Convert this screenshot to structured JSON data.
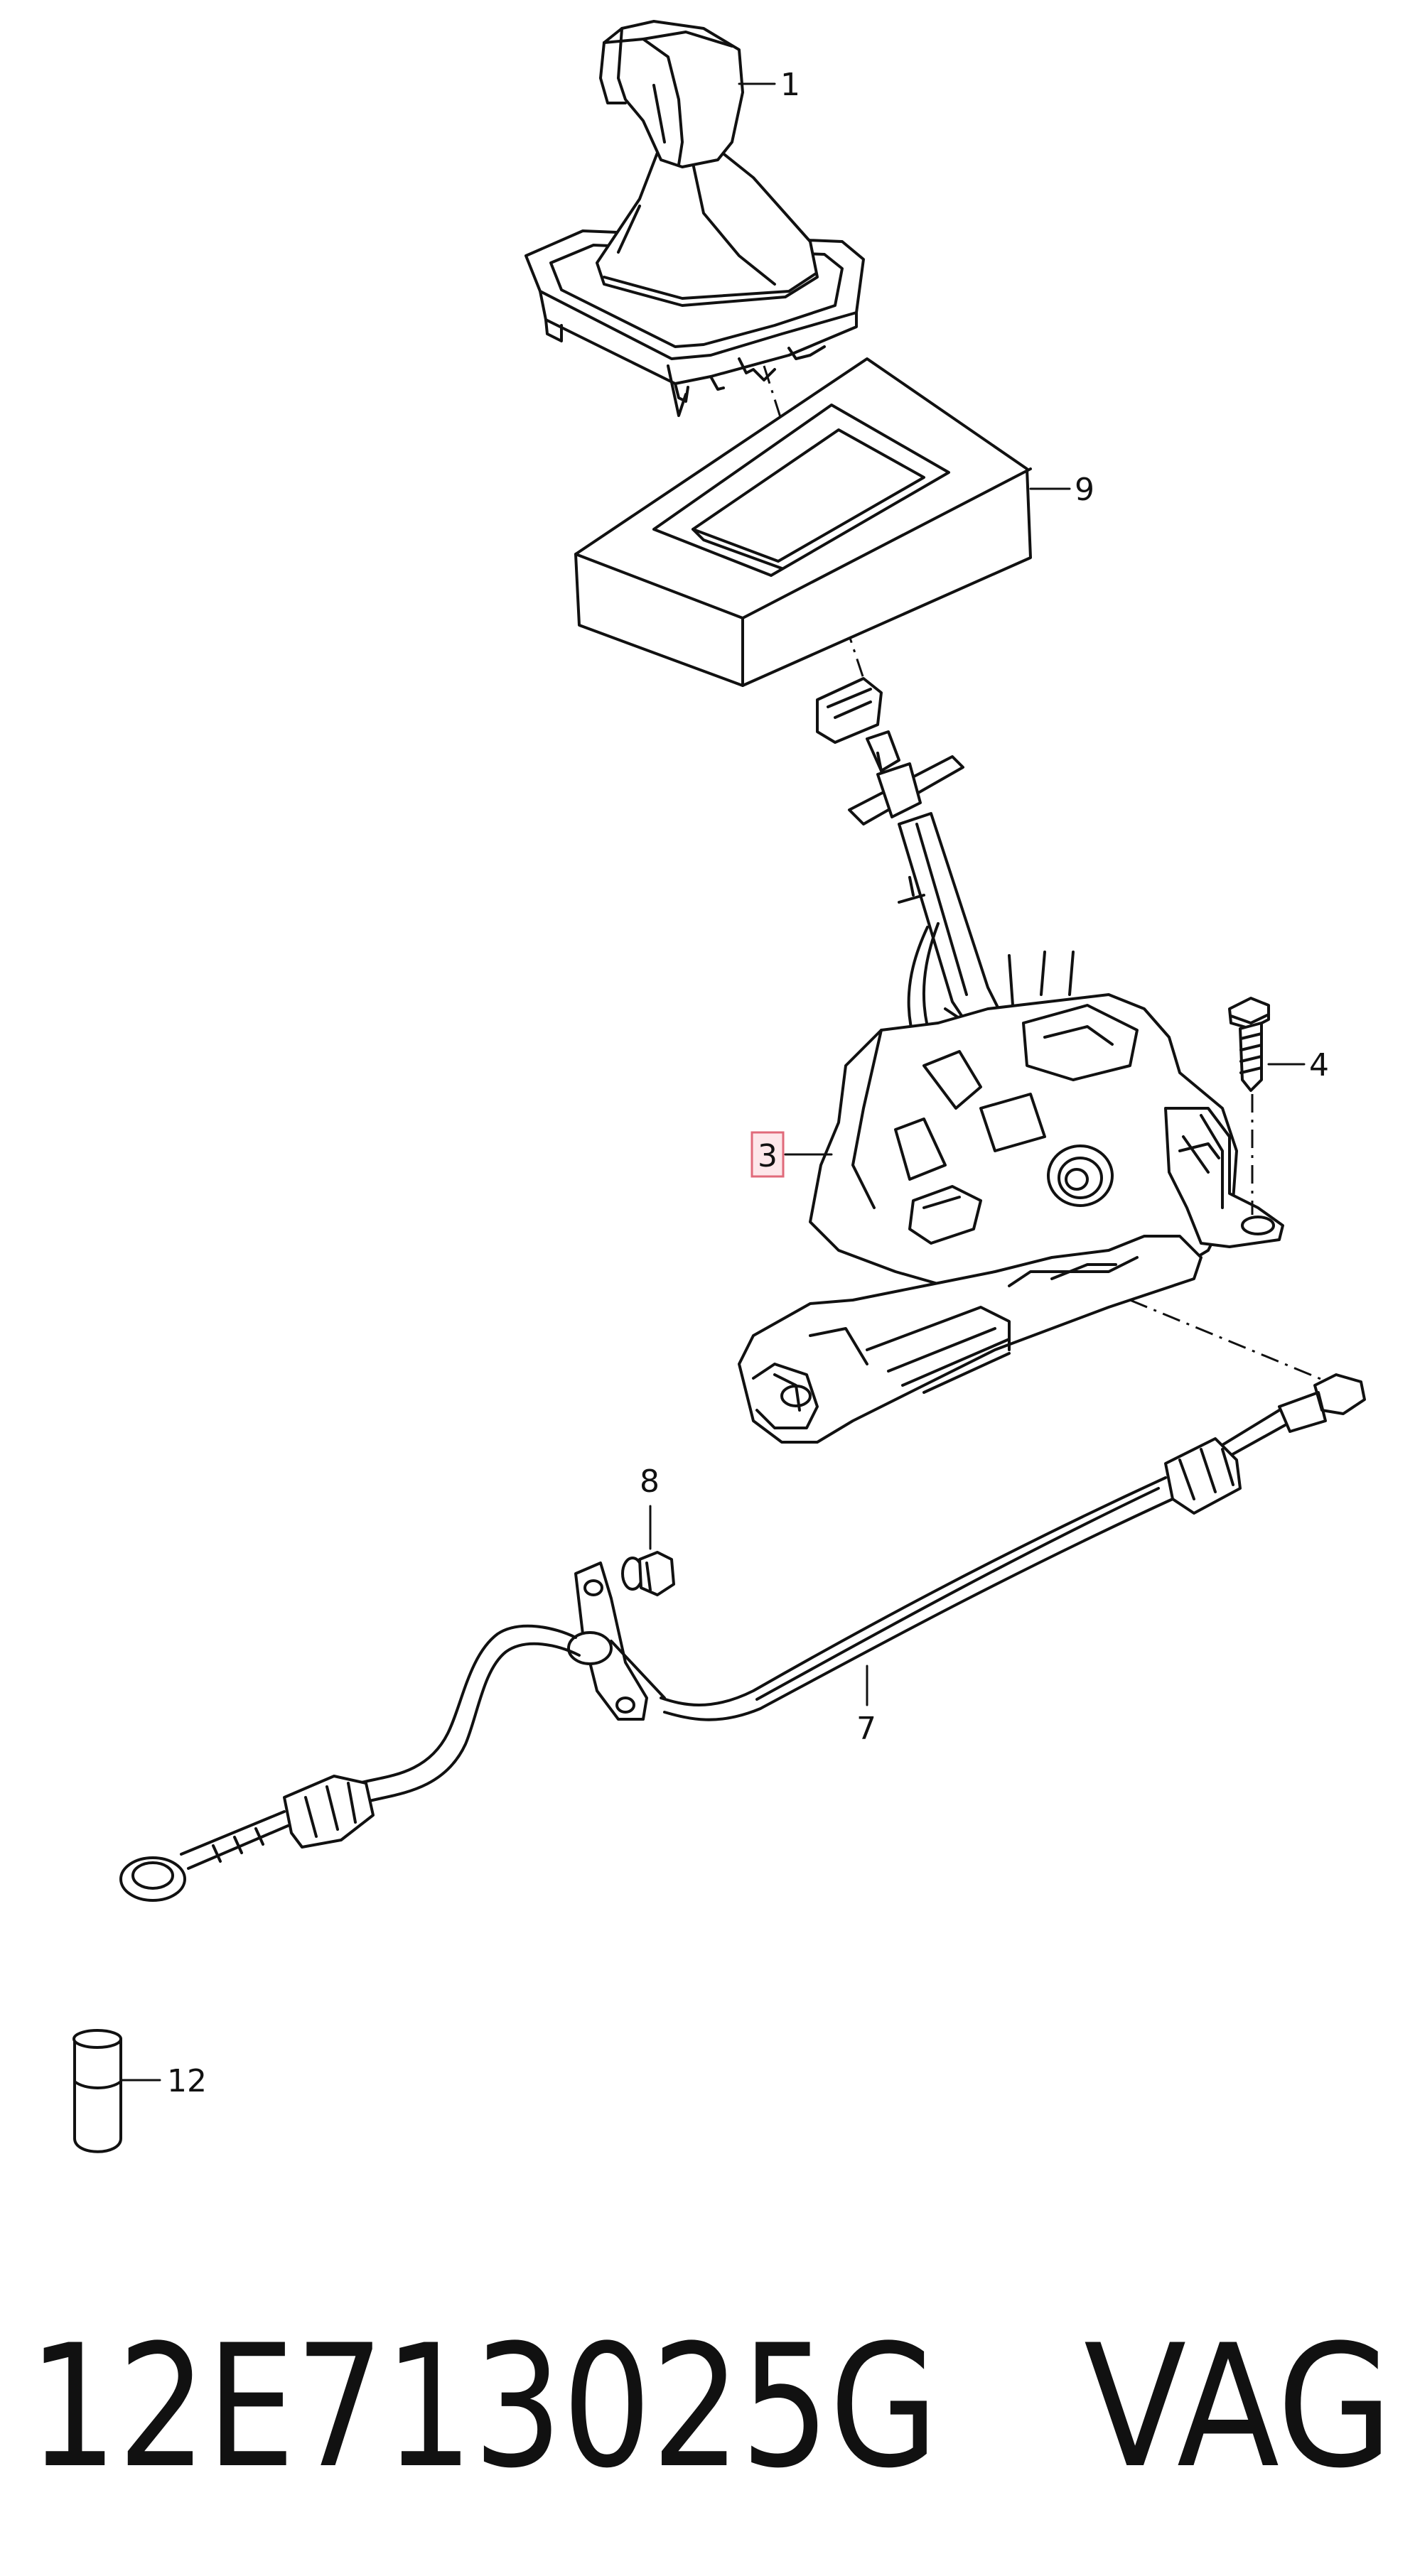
{
  "callouts": [
    {
      "id": "1",
      "label": "1"
    },
    {
      "id": "9",
      "label": "9"
    },
    {
      "id": "4",
      "label": "4"
    },
    {
      "id": "3",
      "label": "3",
      "highlighted": true
    },
    {
      "id": "8",
      "label": "8"
    },
    {
      "id": "7",
      "label": "7"
    },
    {
      "id": "12",
      "label": "12"
    }
  ],
  "footer": {
    "part_number": "12E713025G",
    "brand": "VAG"
  },
  "colors": {
    "line": "#111111",
    "highlight_fill": "#fde7ea",
    "highlight_border": "#e06a7a"
  }
}
